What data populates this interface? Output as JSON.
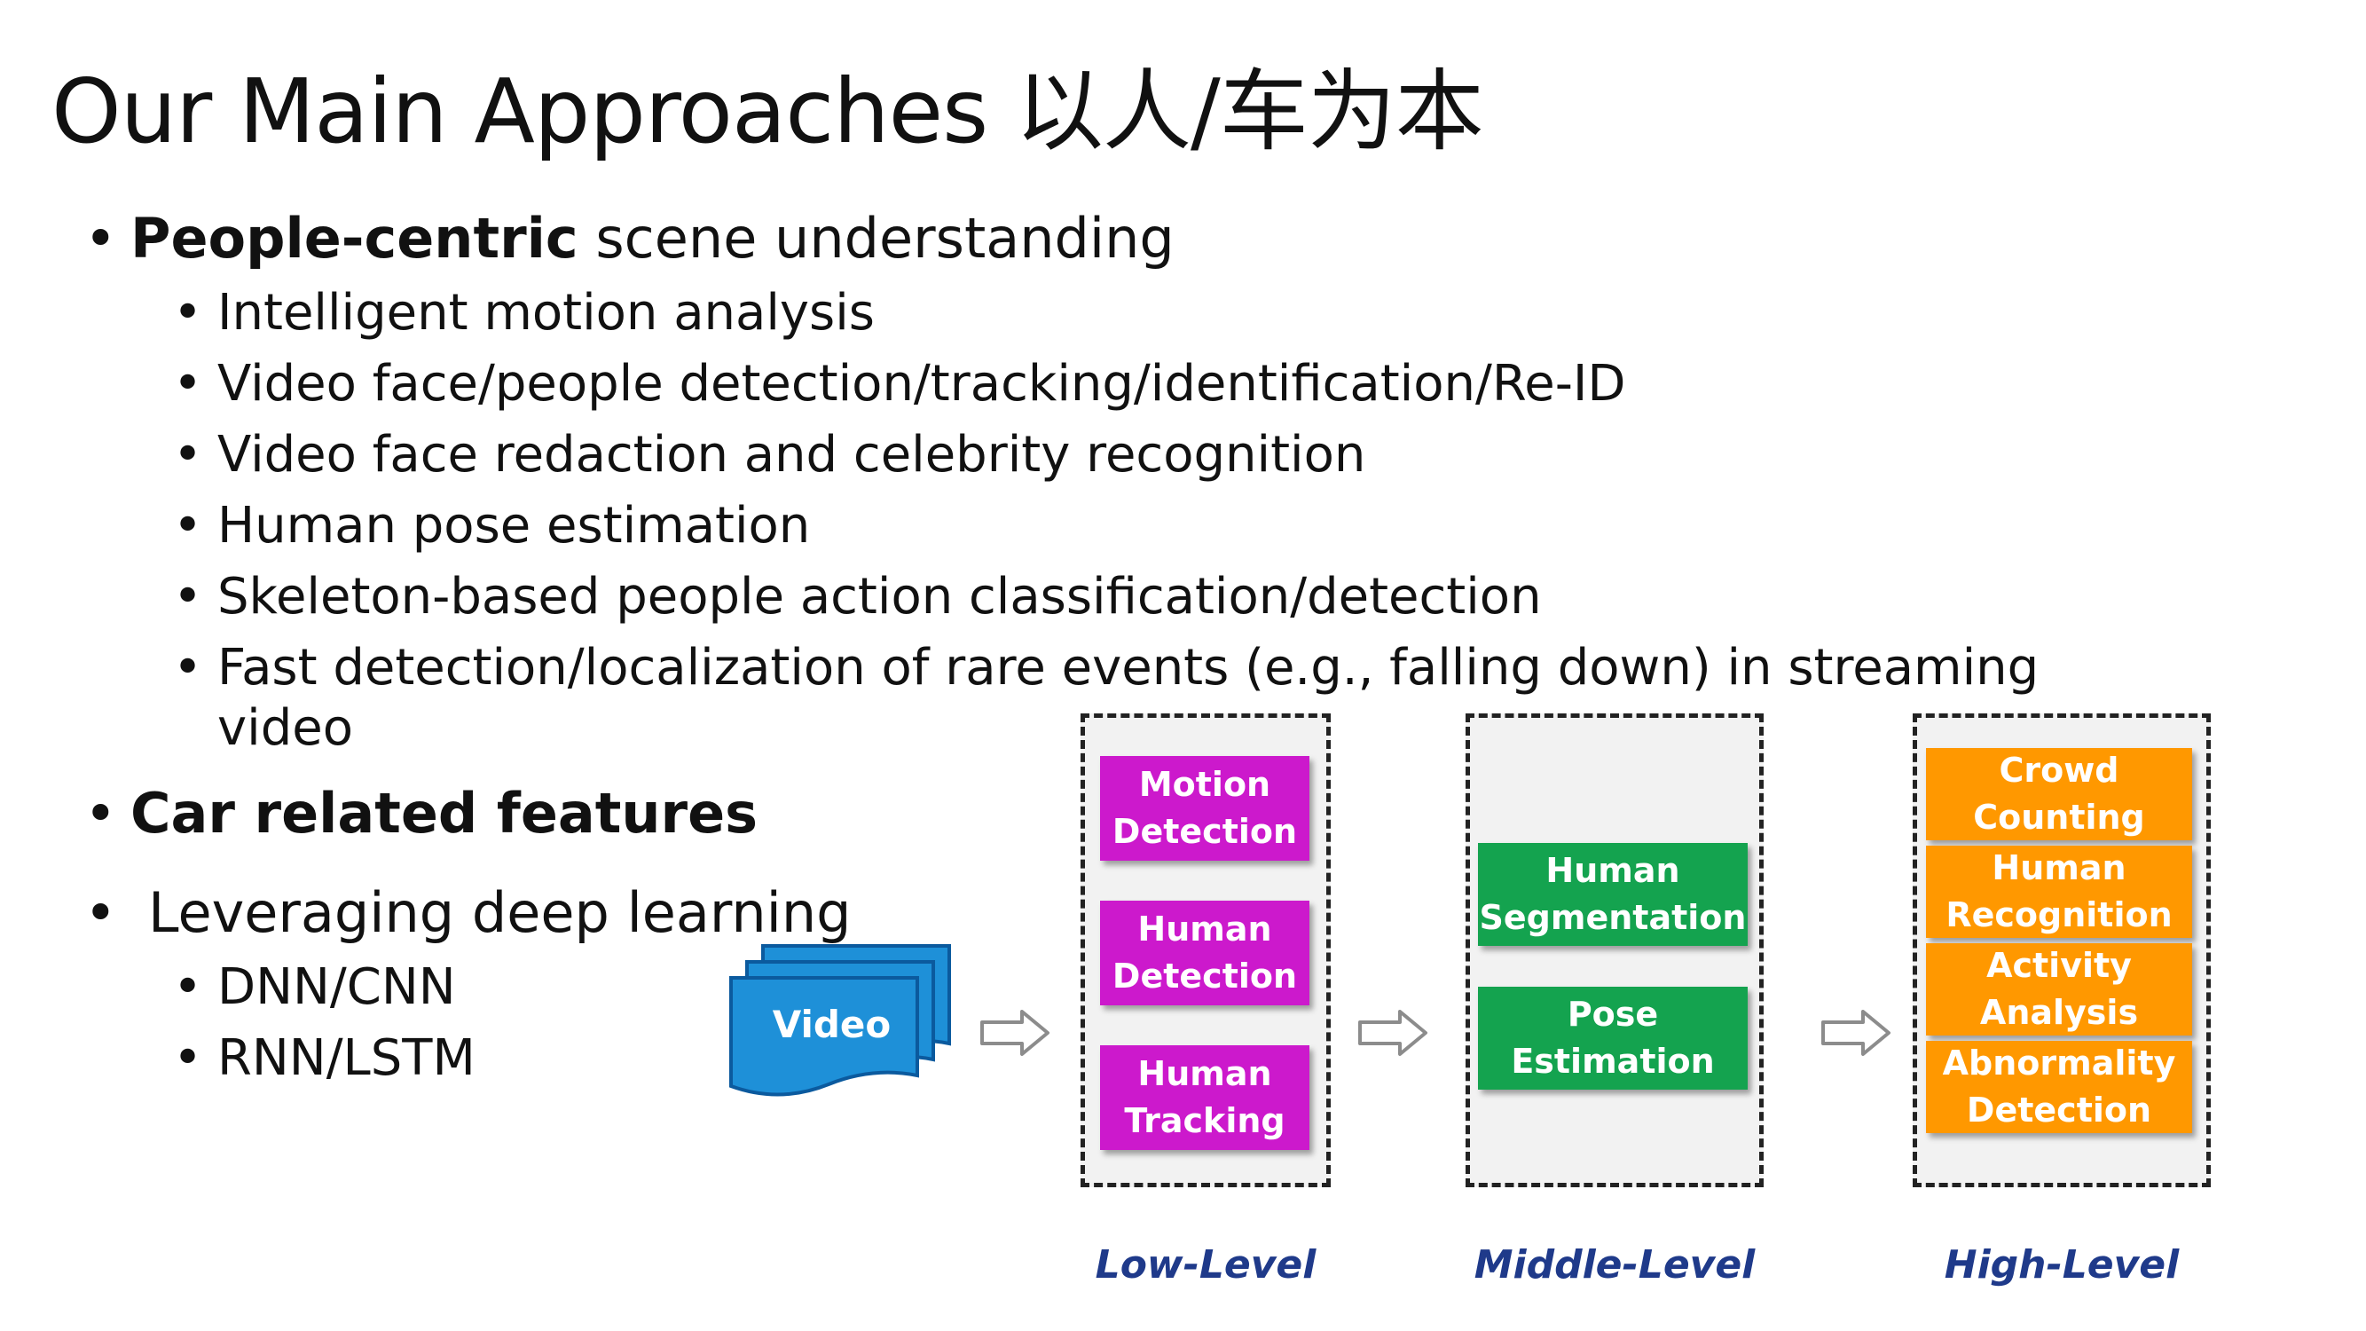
{
  "slide": {
    "title": "Our Main Approaches 以人/车为本",
    "bullets": {
      "people_bold": "People-centric",
      "people_rest": " scene understanding",
      "people_subs": [
        "Intelligent motion analysis",
        "Video face/people detection/tracking/identification/Re-ID",
        "Video face redaction and celebrity recognition",
        "Human pose estimation",
        "Skeleton-based people action classification/detection",
        "Fast detection/localization of rare events (e.g., falling down) in streaming"
      ],
      "people_sub_wrap": "video",
      "car": "Car related features",
      "deep": "Leveraging deep learning",
      "deep_subs": [
        "DNN/CNN",
        "RNN/LSTM"
      ]
    }
  },
  "diagram": {
    "input": "Video",
    "low": {
      "label": "Low-Level",
      "items": [
        "Motion\nDetection",
        "Human\nDetection",
        "Human\nTracking"
      ]
    },
    "mid": {
      "label": "Middle-Level",
      "items": [
        "Human\nSegmentation",
        "Pose\nEstimation"
      ]
    },
    "high": {
      "label": "High-Level",
      "items": [
        "Crowd\nCounting",
        "Human\nRecognition",
        "Activity\nAnalysis",
        "Abnormality\nDetection"
      ]
    },
    "colors": {
      "low": "#cc19cc",
      "mid": "#14a34f",
      "high": "#ff9800",
      "video": "#1e90d8",
      "level_text": "#1f3a8a"
    }
  }
}
